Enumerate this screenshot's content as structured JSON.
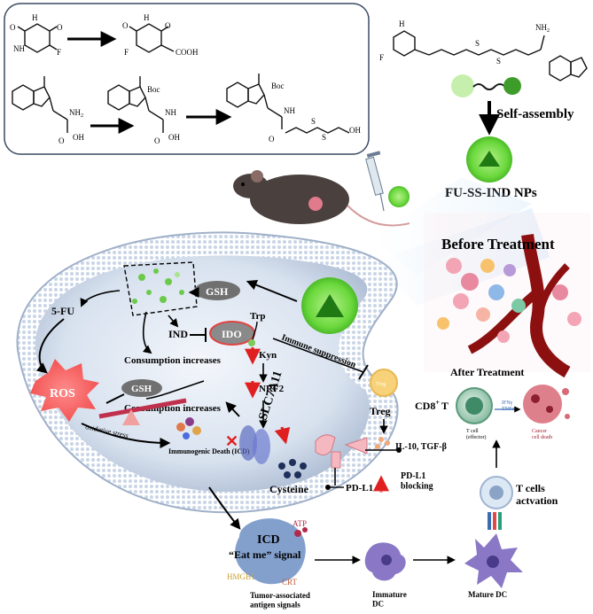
{
  "synthesis": {
    "f": "F",
    "h": "H",
    "o": "O",
    "n": "N",
    "nh": "NH",
    "nh2": "NH",
    "nh2_sub": "2",
    "boc": "Boc",
    "oh": "OH",
    "cooh": "COOH",
    "s": "S"
  },
  "labels": {
    "self_assembly": "Self-assembly",
    "nps": "FU-SS-IND NPs",
    "before_treatment": "Before Treatment",
    "after_treatment": "After Treatment",
    "fu": "5-FU",
    "gsh_top": "GSH",
    "gsh_mid": "GSH",
    "ind": "IND",
    "ido": "IDO",
    "trp": "Trp",
    "kyn": "Kyn",
    "nrf2": "NRF2",
    "immune_suppression": "Immune suppression",
    "consumption1": "Consumption increases",
    "consumption2": "Consumption increases",
    "ros": "ROS",
    "oxidative_stress": "oxidative stress",
    "icd": "Immunogenic Death (ICD)",
    "slc": "SLC7A11",
    "cysteine": "Cysteine",
    "treg": "Treg",
    "treg_icon": "Treg",
    "il10": "IL-10, TGF-β",
    "pdl1": "PD-L1",
    "pdl1_blocking": "PD-L1\nblocking",
    "cd8": "CD8",
    "cd8_sup": "+",
    "cd8_t": "T",
    "tcell_effector": "T cell\n(effector)",
    "ifn": "IFNγ\nTNFα",
    "cancer_death": "Cancer\ncell death",
    "tcells_activation": "T cells\nactvation",
    "atp": "ATP",
    "icd_big": "ICD",
    "eat_me": "“Eat me” signal",
    "hmgb1": "HMGB1",
    "crt": "CRT",
    "tumor_signals": "Tumor-associated\nantigen signals",
    "immature_dc": "Immature\nDC",
    "mature_dc": "Mature DC"
  }
}
